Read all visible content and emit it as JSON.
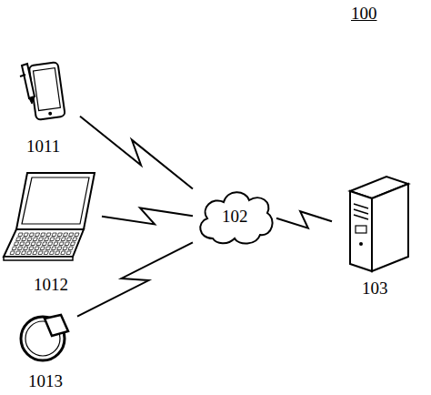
{
  "diagram": {
    "nodes": [
      {
        "text": [
          "1011"
        ]
      },
      {
        "text": [
          "1012"
        ]
      },
      {
        "text": [
          "1013"
        ]
      },
      {
        "text": [
          "102"
        ]
      },
      {
        "text": [
          "103"
        ]
      }
    ],
    "edges": [
      {
        "from": 0,
        "to": 3,
        "arrow": "none"
      },
      {
        "from": 1,
        "to": 3,
        "arrow": "none"
      },
      {
        "from": 2,
        "to": 3,
        "arrow": "none"
      },
      {
        "from": 3,
        "to": 4,
        "arrow": "none"
      }
    ],
    "labels": [
      "100"
    ]
  }
}
